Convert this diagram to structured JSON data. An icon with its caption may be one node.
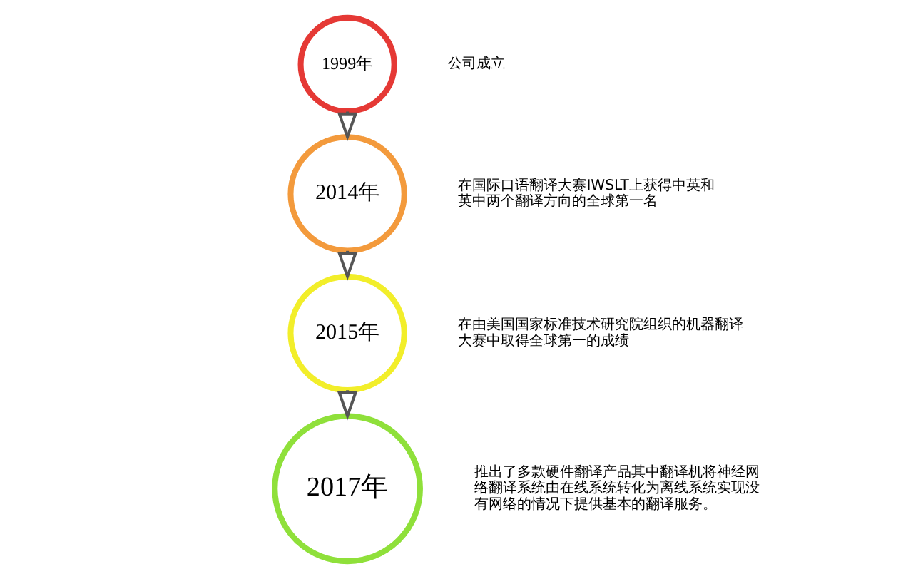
{
  "diagram": {
    "nodes": [
      {
        "text": [
          "1999年"
        ],
        "beside": [
          "公司成立"
        ]
      },
      {
        "text": [
          "2014年"
        ],
        "beside": [
          "在国际口语翻译大赛IWSLT上获得中英和英中两个翻译方向的全球第一名"
        ]
      },
      {
        "text": [
          "2015年"
        ],
        "beside": [
          "在由美国国家标准技术研究院组织的机器翻译大赛中取得全球第一的成绩"
        ]
      },
      {
        "text": [
          "2017年"
        ],
        "beside": [
          "推出了多款硬件翻译产品其中翻译机将神经网络翻译系统由在线系统转化为离线系统实现没有网络的情况下提供基本的翻译服务。"
        ]
      }
    ],
    "edges": [
      {
        "from": 0,
        "to": 1,
        "arrow": "to"
      },
      {
        "from": 1,
        "to": 2,
        "arrow": "to"
      },
      {
        "from": 2,
        "to": 3,
        "arrow": "to"
      }
    ]
  }
}
